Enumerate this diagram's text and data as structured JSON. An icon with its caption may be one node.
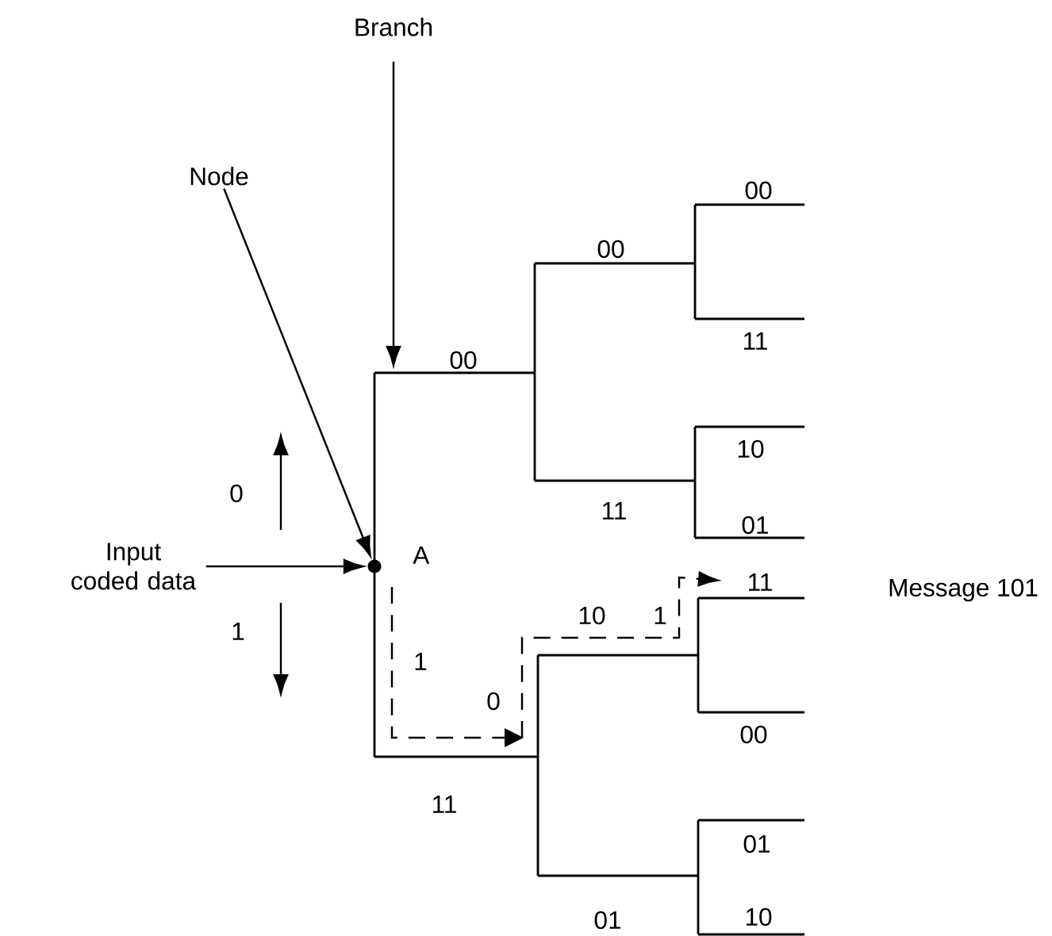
{
  "diagram": {
    "nodes": [
      {
        "text": [
          "Branch"
        ]
      },
      {
        "text": [
          "Node"
        ]
      },
      {
        "text": [
          "Input coded data"
        ]
      },
      {
        "text": [],
        "shape": "circle",
        "beside": [
          "A"
        ]
      }
    ],
    "edges": [
      {
        "from": 0,
        "to": null,
        "arrow": "to"
      },
      {
        "from": 1,
        "to": 3,
        "arrow": "to"
      },
      {
        "from": 2,
        "to": 3,
        "arrow": "to"
      },
      {
        "from": 3,
        "to": null,
        "arrow": "to",
        "style": "dashed"
      }
    ],
    "labels": [
      "00",
      "00",
      "00",
      "11",
      "10",
      "0",
      "11",
      "01",
      "11",
      "Message 101",
      "10",
      "1",
      "1",
      "1",
      "0",
      "00",
      "11",
      "01",
      "10",
      "01"
    ]
  }
}
